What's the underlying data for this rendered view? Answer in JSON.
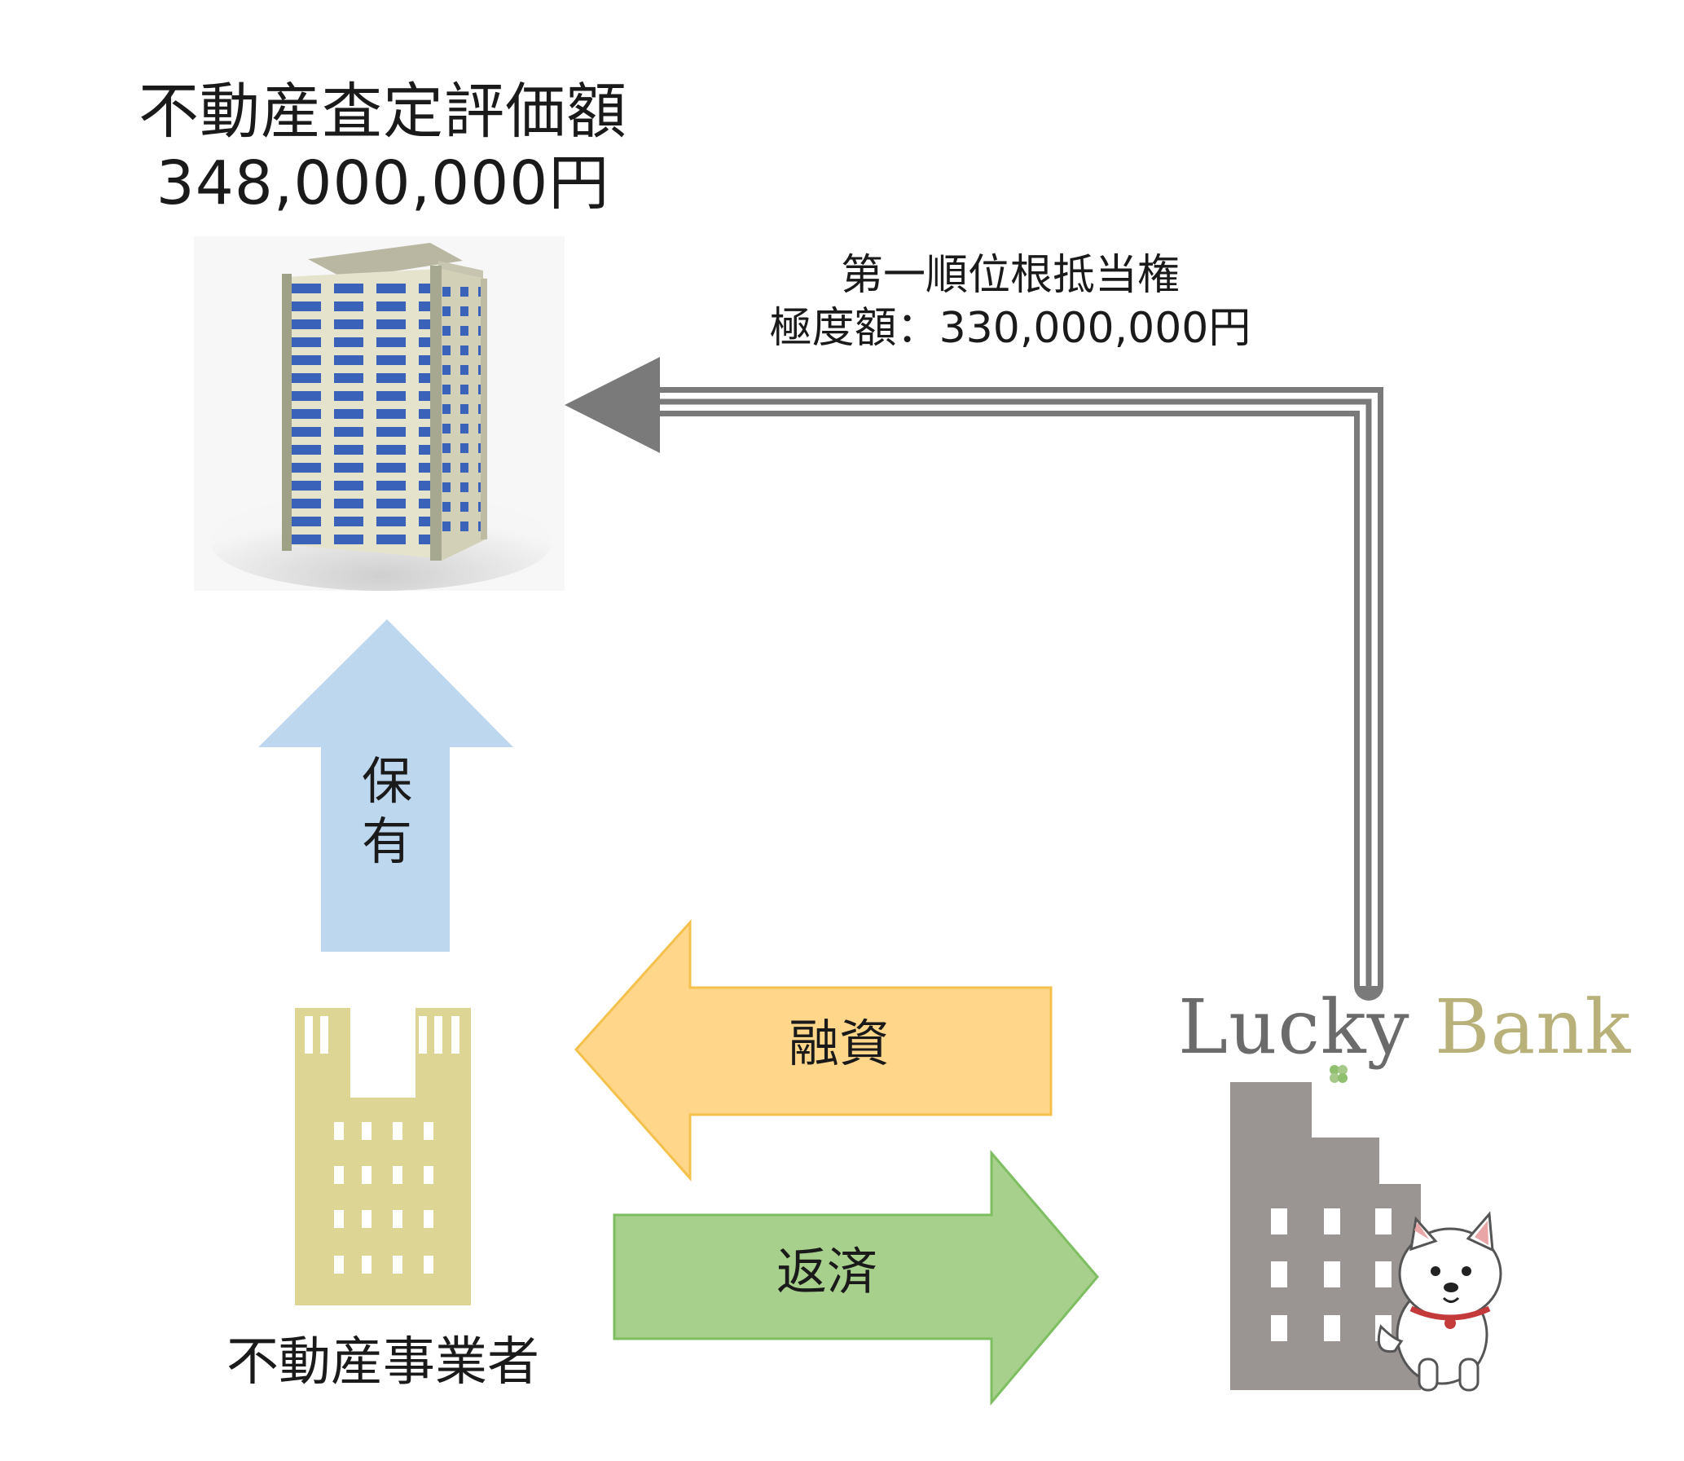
{
  "appraisal": {
    "label": "不動産査定評価額",
    "value": "348,000,000円"
  },
  "mortgage": {
    "label": "第一順位根抵当権",
    "limit": "極度額：330,000,000円"
  },
  "holding_arrow": {
    "char1": "保",
    "char2": "有"
  },
  "loan_arrow": {
    "label": "融資",
    "color": "#FFD68A"
  },
  "repay_arrow": {
    "label": "返済",
    "color": "#A8D08D"
  },
  "operator": {
    "label": "不動産事業者",
    "color": "#DCD594"
  },
  "lender": {
    "logo_part1": "Lucky ",
    "logo_part2": "Bank",
    "building_color": "#9A9492"
  },
  "icons": {
    "property": "apartment-tower-icon",
    "operator": "office-building-icon",
    "lender": "bank-building-with-dog-icon"
  }
}
